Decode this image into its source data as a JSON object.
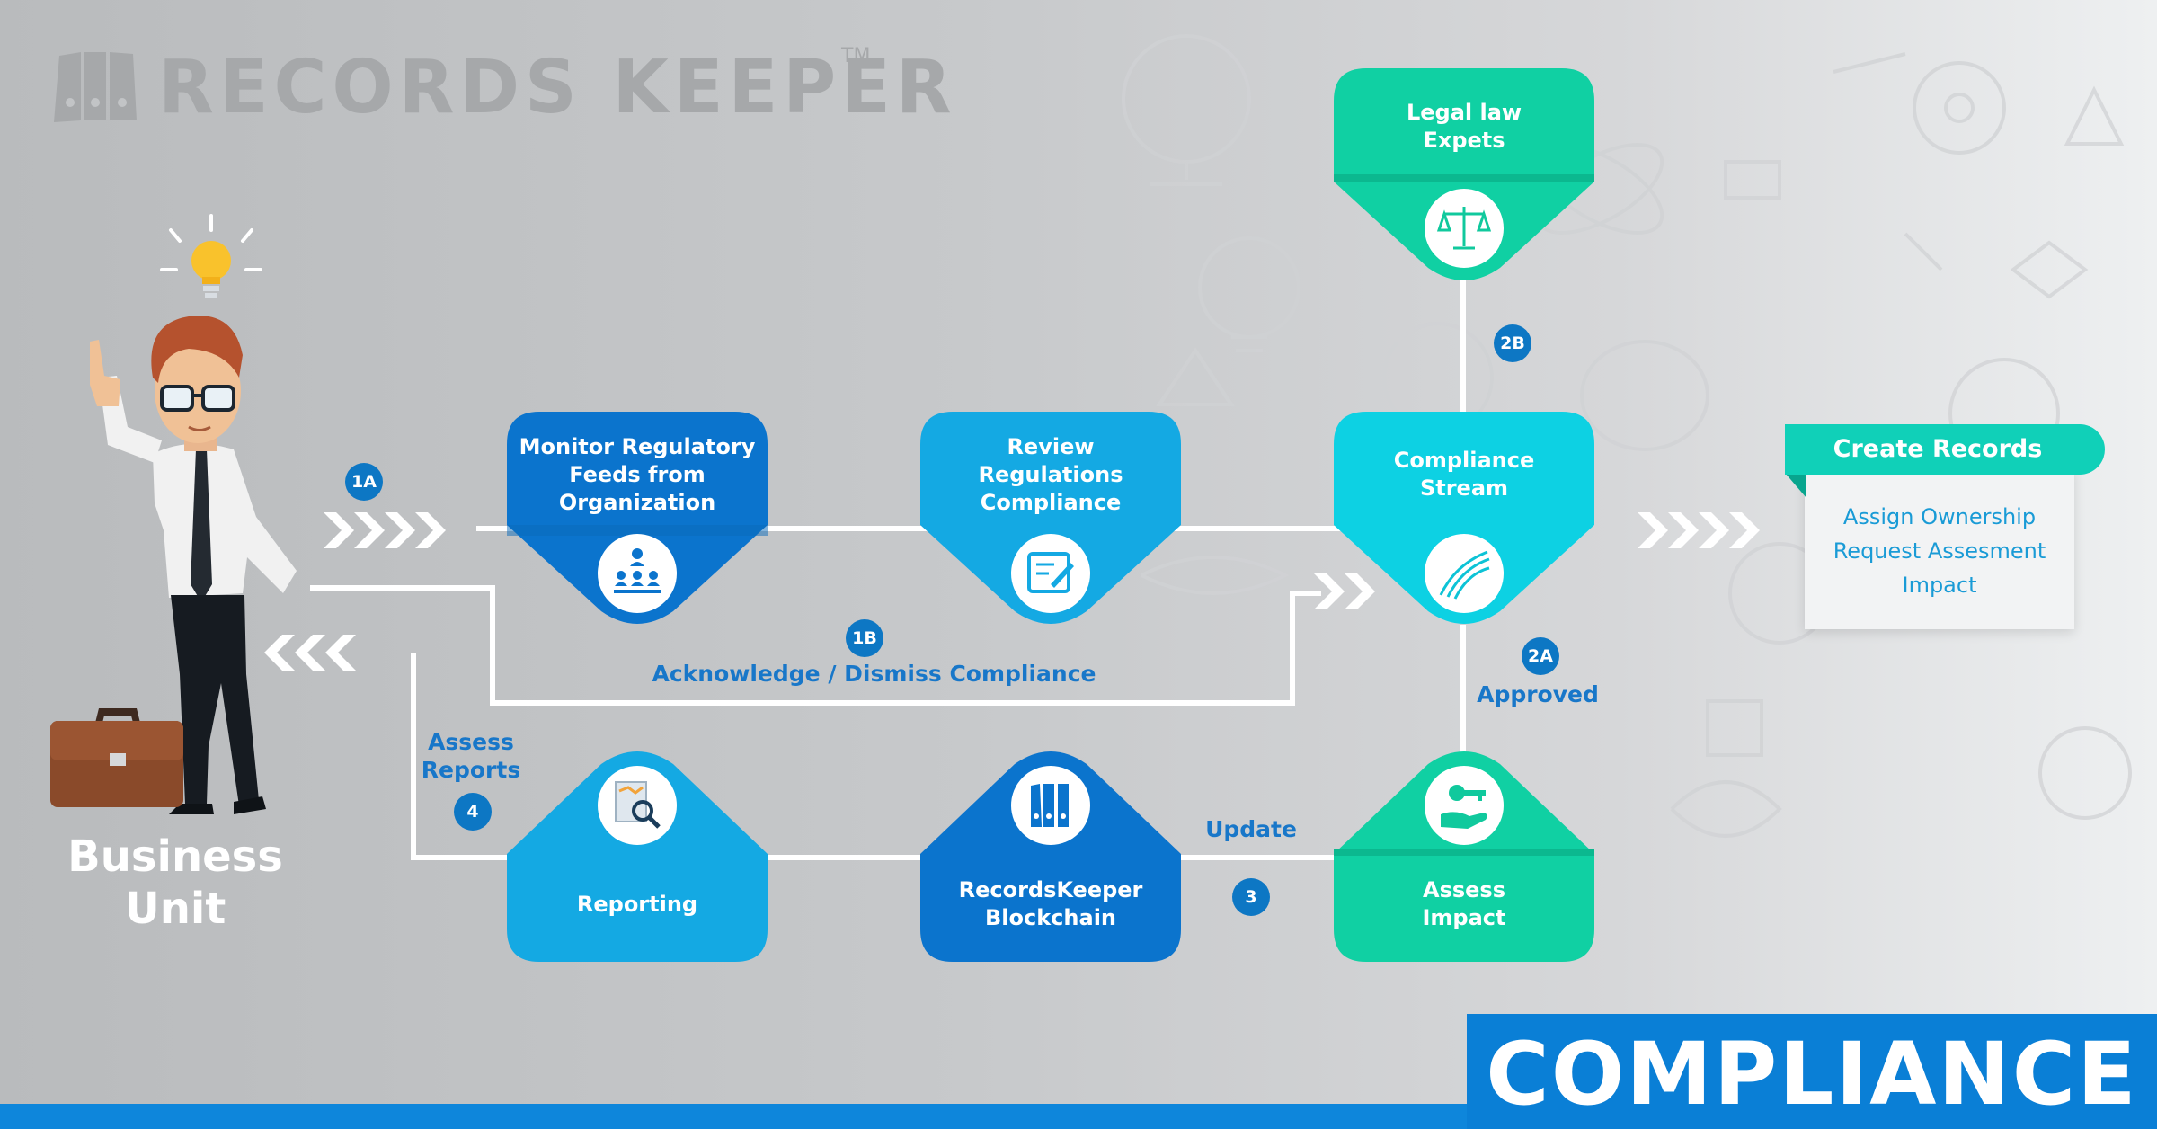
{
  "brand": {
    "name": "RECORDS KEEPER",
    "tm": "TM"
  },
  "business_unit": {
    "line1": "Business",
    "line2": "Unit"
  },
  "nodes": {
    "monitor": {
      "line1": "Monitor Regulatory",
      "line2": "Feeds from",
      "line3": "Organization",
      "icon": "team-hierarchy-icon"
    },
    "review": {
      "line1": "Review",
      "line2": "Regulations",
      "line3": "Compliance",
      "icon": "document-pen-icon"
    },
    "stream": {
      "line1": "Compliance",
      "line2": "Stream",
      "icon": "stream-waves-icon"
    },
    "legal": {
      "line1": "Legal law",
      "line2": "Expets",
      "icon": "scales-icon"
    },
    "assess": {
      "line1": "Assess",
      "line2": "Impact",
      "icon": "hand-key-icon"
    },
    "blockchain": {
      "line1": "RecordsKeeper",
      "line2": "Blockchain",
      "icon": "binders-icon"
    },
    "reporting": {
      "line1": "Reporting",
      "icon": "report-magnifier-icon"
    }
  },
  "steps": {
    "s1a": "1A",
    "s1b": "1B",
    "s2a": "2A",
    "s2b": "2B",
    "s3": "3",
    "s4": "4"
  },
  "labels": {
    "acknowledge": "Acknowledge / Dismiss Compliance",
    "approved": "Approved",
    "update": "Update",
    "assess_line1": "Assess",
    "assess_line2": "Reports"
  },
  "create_records": {
    "title": "Create Records",
    "items": [
      "Assign Ownership",
      "Request Assesment",
      "Impact"
    ]
  },
  "footer": {
    "title": "COMPLIANCE"
  },
  "colors": {
    "dark_blue": "#0b74cd",
    "light_blue": "#14a9e3",
    "cyan": "#0dd1e3",
    "teal": "#10d0a3",
    "badge": "#0d77c4",
    "label_blue": "#1877c9",
    "footer_blue": "#0a7fd6"
  }
}
